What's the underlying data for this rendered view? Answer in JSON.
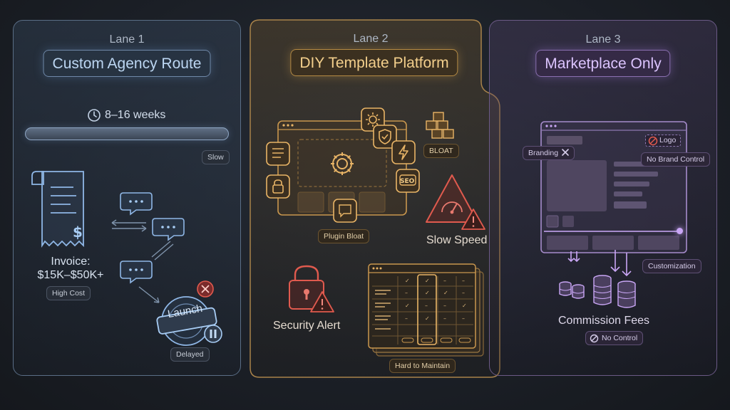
{
  "lanes": [
    {
      "title": "Lane 1",
      "route": "Custom Agency Route",
      "timeline": "8–16 weeks",
      "slow_tag": "Slow",
      "invoice_label": "Invoice:",
      "invoice_amount": "$15K–$50K+",
      "cost_tag": "High Cost",
      "launch_label": "Launch",
      "delayed_tag": "Delayed"
    },
    {
      "title": "Lane 2",
      "route": "DIY Template Platform",
      "bloat_label": "BLOAT",
      "seo_label": "SEO",
      "plugin_tag": "Plugin Bloat",
      "speed_label": "Slow Speed",
      "security_label": "Security Alert",
      "maintain_tag": "Hard to Maintain"
    },
    {
      "title": "Lane 3",
      "route": "Marketplace Only",
      "logo_label": "Logo",
      "branding_tag": "Branding",
      "brand_control_tag": "No Brand Control",
      "customization_tag": "Customization",
      "commission_label": "Commission Fees",
      "no_control_tag": "No Control"
    }
  ],
  "colors": {
    "lane1_accent": "#8fb7e6",
    "lane2_accent": "#e8b466",
    "lane2_alert": "#e05a4e",
    "lane3_accent": "#c9a6f5"
  },
  "icons": [
    "clock-icon",
    "invoice-icon",
    "chat-icon",
    "launch-stamp-icon",
    "close-icon",
    "pause-icon",
    "gear-icon",
    "shield-icon",
    "bolt-icon",
    "lock-icon",
    "boxes-icon",
    "warning-icon",
    "speedometer-icon",
    "browser-icon",
    "coin-stack-icon",
    "ban-icon"
  ]
}
